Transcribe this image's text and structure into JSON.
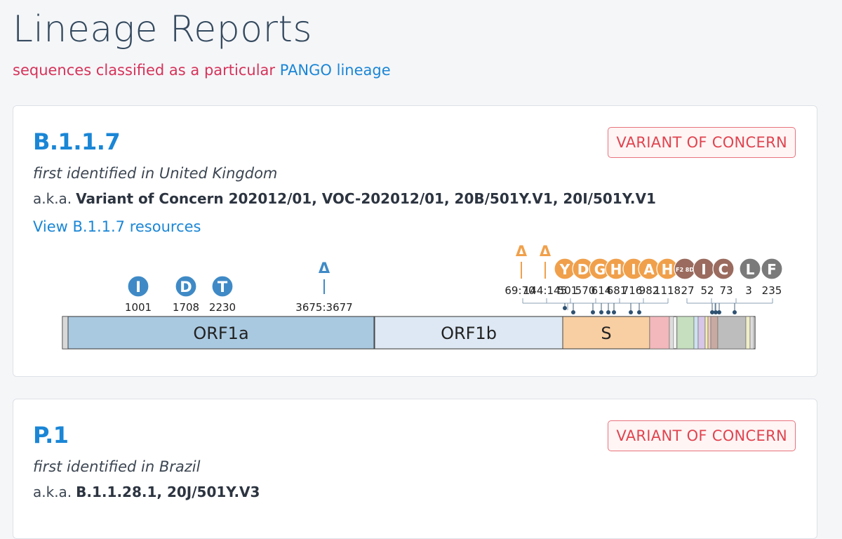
{
  "page": {
    "title": "Lineage Reports",
    "subtitle_text": "sequences classified as a particular",
    "subtitle_link": "PANGO lineage"
  },
  "colors": {
    "accent_blue": "#1a86d6",
    "subtitle_red": "#d6335a",
    "badge_red": "#e0444f",
    "orf1_mutation": "#3f8ac6",
    "s_mutation": "#f0a04b",
    "orf8_mutation": "#9a6b5e",
    "n_mutation": "#7a7a7a"
  },
  "cards": [
    {
      "name": "B.1.1.7",
      "badge": "VARIANT OF CONCERN",
      "first_identified": "first identified in United Kingdom",
      "aka_label": "a.k.a.",
      "aka_values": "Variant of Concern 202012/01, VOC-202012/01, 20B/501Y.V1, 20I/501Y.V1",
      "resources_link": "View B.1.1.7 resources"
    },
    {
      "name": "P.1",
      "badge": "VARIANT OF CONCERN",
      "first_identified": "first identified in Brazil",
      "aka_label": "a.k.a.",
      "aka_values": "B.1.1.28.1, 20J/501Y.V3"
    }
  ],
  "genome": {
    "genes": [
      {
        "name": "ORF1a",
        "color": "#a9c9e1"
      },
      {
        "name": "ORF1b",
        "color": "#dde8f4"
      },
      {
        "name": "S",
        "color": "#f8cfa3"
      }
    ],
    "deletion_symbol": "Δ",
    "orf1_mutations": [
      {
        "letter": "I",
        "position": "1001"
      },
      {
        "letter": "D",
        "position": "1708"
      },
      {
        "letter": "T",
        "position": "2230"
      }
    ],
    "orf1_deletion": {
      "position": "3675:3677"
    },
    "s_deletions": [
      {
        "position": "69:70"
      },
      {
        "position": "144:145"
      }
    ],
    "s_mutations": [
      {
        "letter": "Y",
        "position": "501"
      },
      {
        "letter": "D",
        "position": "570"
      },
      {
        "letter": "G",
        "position": "614"
      },
      {
        "letter": "H",
        "position": "681"
      },
      {
        "letter": "I",
        "position": "716"
      },
      {
        "letter": "A",
        "position": "982"
      },
      {
        "letter": "H",
        "position": "1118"
      }
    ],
    "orf8_mutations": [
      {
        "letter": "F2 8D",
        "position": "27"
      },
      {
        "letter": "I",
        "position": "52"
      },
      {
        "letter": "C",
        "position": "73"
      }
    ],
    "n_mutations": [
      {
        "letter": "L",
        "position": "3"
      },
      {
        "letter": "F",
        "position": "235"
      }
    ]
  }
}
